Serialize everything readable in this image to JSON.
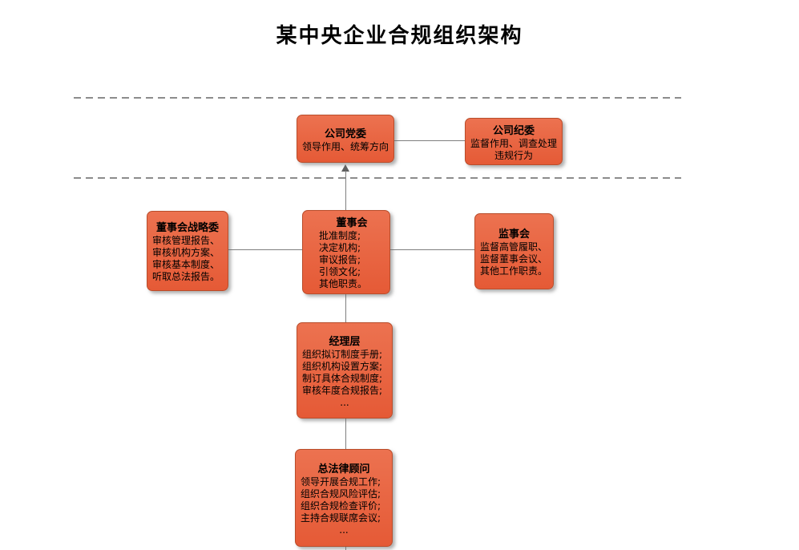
{
  "title": "某中央企业合规组织架构",
  "colors": {
    "box_fill": "#E8613C",
    "box_border": "#B94D2B",
    "connector": "#7F7F7F",
    "dashed_separator": "#8C8C8C"
  },
  "nodes": {
    "party": {
      "title": "公司党委",
      "lines": [
        "领导作用、统筹方向"
      ]
    },
    "discipline": {
      "title": "公司纪委",
      "lines": [
        "监督作用、调查处理",
        "违规行为"
      ]
    },
    "strategy": {
      "title": "董事会战略委",
      "lines": [
        "审核管理报告、",
        "审核机构方案、",
        "审核基本制度、",
        "听取总法报告。"
      ]
    },
    "board": {
      "title": "董事会",
      "lines": [
        "批准制度;",
        "决定机构;",
        "审议报告;",
        "引领文化;",
        "其他职责。"
      ]
    },
    "supervisors": {
      "title": "监事会",
      "lines": [
        "监督高管履职、",
        "监督董事会议、",
        "其他工作职责。"
      ]
    },
    "managers": {
      "title": "经理层",
      "lines": [
        "组织拟订制度手册;",
        "组织机构设置方案;",
        "制订具体合规制度;",
        "审核年度合规报告;",
        "..."
      ]
    },
    "counsel": {
      "title": "总法律顾问",
      "lines": [
        "领导开展合规工作;",
        "组织合规风险评估;",
        "组织合规检查评价;",
        "主持合规联席会议;",
        "..."
      ]
    }
  }
}
